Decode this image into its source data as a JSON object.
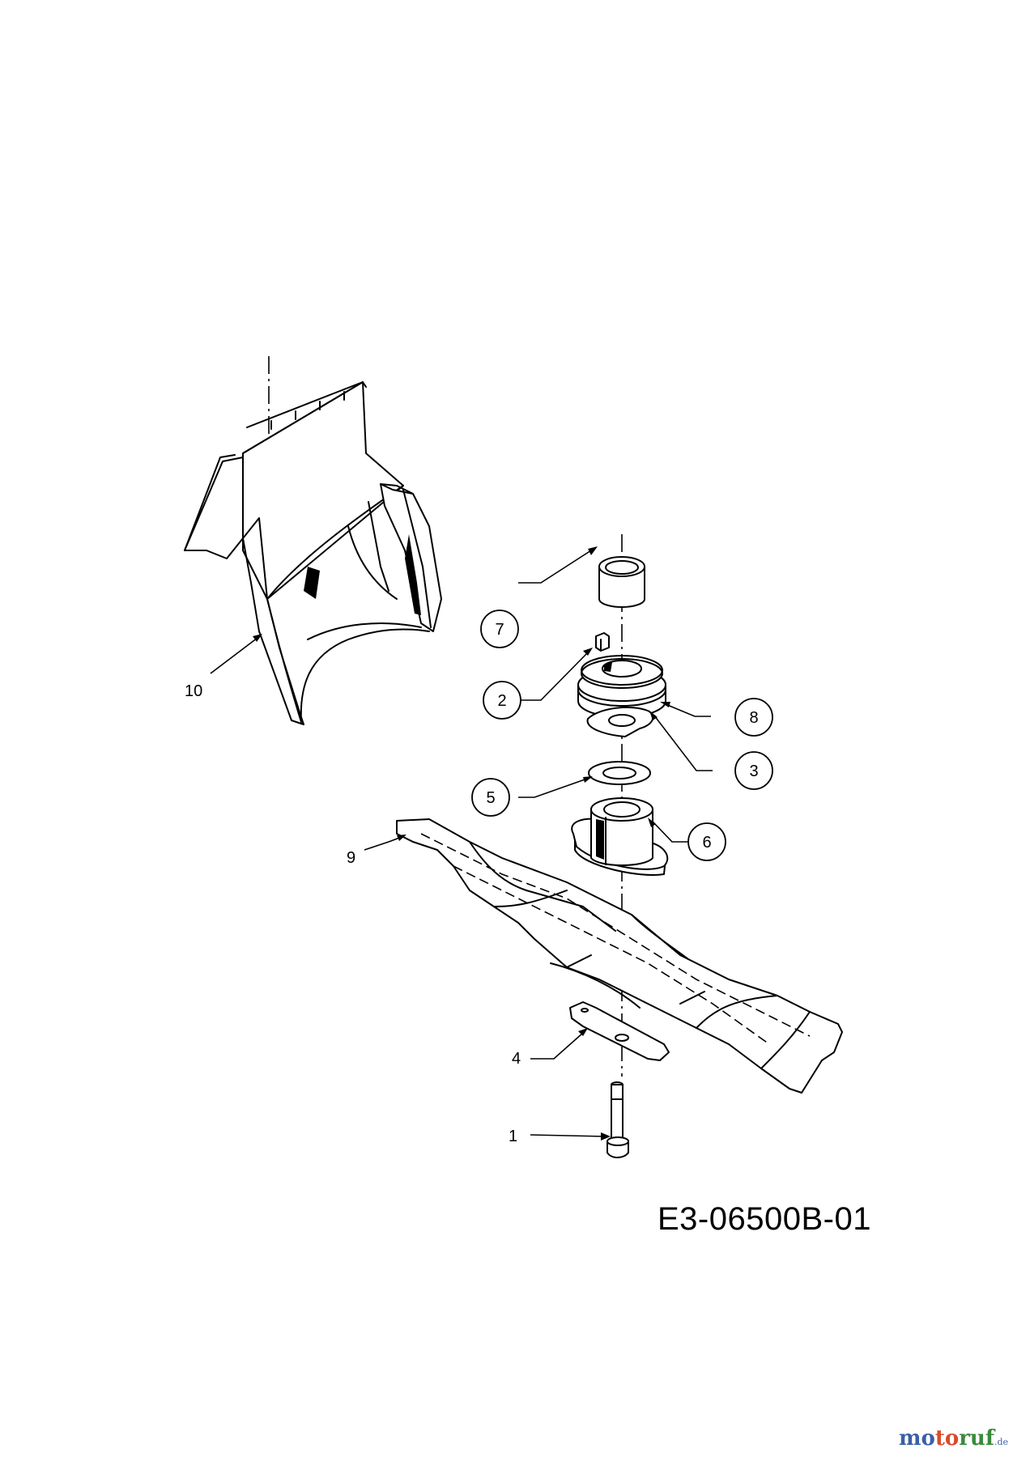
{
  "drawing_code": "E3-06500B-01",
  "watermark": {
    "text": "motoruf",
    "suffix": ".de"
  },
  "callouts": [
    {
      "number": "1",
      "part": "bolt",
      "style": "plain"
    },
    {
      "number": "2",
      "part": "key",
      "style": "circled"
    },
    {
      "number": "3",
      "part": "drive-washer",
      "style": "circled"
    },
    {
      "number": "4",
      "part": "blade-clamp-plate",
      "style": "plain"
    },
    {
      "number": "5",
      "part": "flat-washer",
      "style": "circled"
    },
    {
      "number": "6",
      "part": "blade-adapter",
      "style": "circled"
    },
    {
      "number": "7",
      "part": "spacer-sleeve",
      "style": "circled"
    },
    {
      "number": "8",
      "part": "pulley",
      "style": "circled"
    },
    {
      "number": "9",
      "part": "mower-blade",
      "style": "plain"
    },
    {
      "number": "10",
      "part": "grass-chute-deflector",
      "style": "plain"
    }
  ]
}
